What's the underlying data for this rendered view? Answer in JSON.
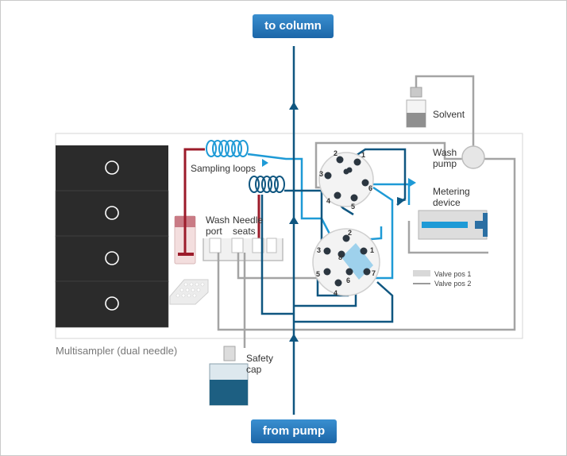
{
  "buttons": {
    "to_column": "to column",
    "from_pump": "from pump"
  },
  "labels": {
    "sampling_loops": "Sampling loops",
    "wash_port_l1": "Wash",
    "wash_port_l2": "port",
    "needle_seats_l1": "Needle",
    "needle_seats_l2": "seats",
    "solvent": "Solvent",
    "wash_pump_l1": "Wash",
    "wash_pump_l2": "pump",
    "metering_l1": "Metering",
    "metering_l2": "device",
    "safety_cap_l1": "Safety",
    "safety_cap_l2": "cap",
    "caption": "Multisampler (dual needle)"
  },
  "legend": {
    "pos1": "Valve pos 1",
    "pos2": "Valve pos 2"
  },
  "valves": {
    "upper_ports": [
      "1",
      "2",
      "3",
      "4",
      "5",
      "6"
    ],
    "lower_ports": [
      "1",
      "2",
      "3",
      "4",
      "5",
      "6",
      "7",
      "8"
    ]
  },
  "colors": {
    "dark_blue": "#0f5680",
    "light_blue": "#1e9ad6",
    "gray": "#a4a4a4",
    "red": "#9c1b2a",
    "drawer": "#2b2b2b",
    "button": "#2a7fc4"
  }
}
